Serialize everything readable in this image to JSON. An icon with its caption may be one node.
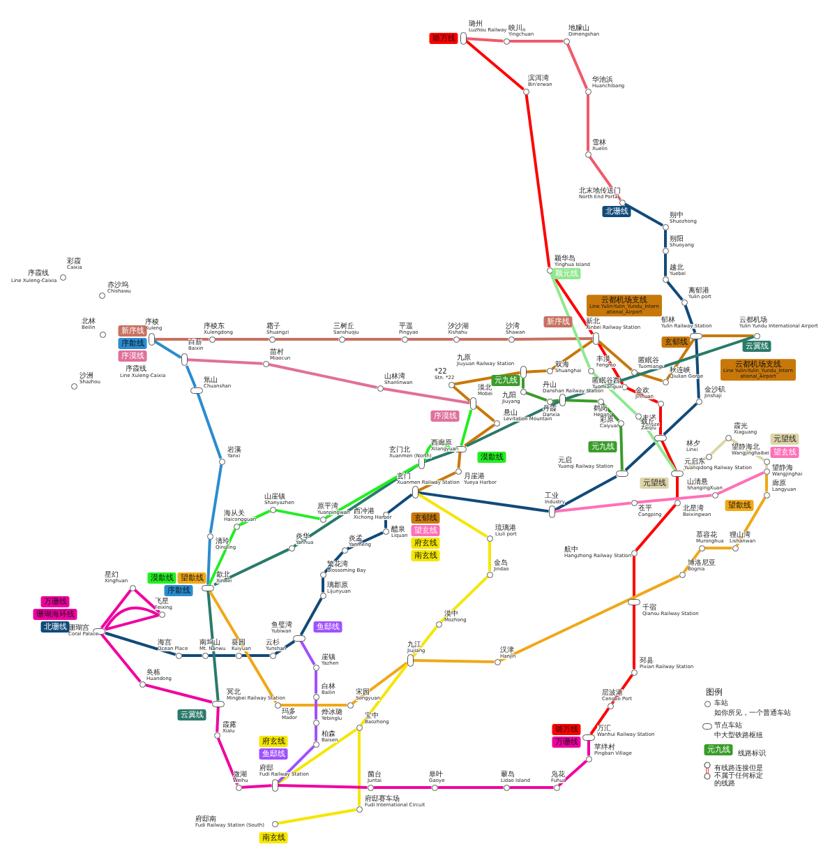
{
  "diagram": {
    "nodes": [
      {
        "text": [],
        "shape": "pill",
        "beside": [
          "璐州",
          "Luzhou Railway Station"
        ]
      },
      {
        "text": [],
        "shape": "circle",
        "beside": [
          "映川",
          "Yingchuan"
        ]
      },
      {
        "text": [],
        "shape": "circle",
        "beside": [
          "地朦山",
          "Dimengshan"
        ]
      },
      {
        "text": [],
        "shape": "circle",
        "beside": [
          "滨洱湾",
          "Bin'erwan"
        ]
      },
      {
        "text": [],
        "shape": "circle",
        "beside": [
          "华池浜",
          "Huanchibang"
        ]
      },
      {
        "text": [],
        "shape": "circle",
        "beside": [
          "雪林",
          "Xuelin"
        ]
      },
      {
        "text": [],
        "shape": "circle",
        "beside": [
          "北末地传送门",
          "North End Portal"
        ]
      },
      {
        "text": [],
        "shape": "circle",
        "beside": [
          "朔中",
          "Shuozhong"
        ]
      },
      {
        "text": [],
        "shape": "circle",
        "beside": [
          "朔阳",
          "Shuoyang"
        ]
      },
      {
        "text": [],
        "shape": "circle",
        "beside": [
          "越北",
          "Yuebei"
        ]
      },
      {
        "text": [],
        "shape": "circle",
        "beside": [
          "彩霞",
          "Caixia"
        ]
      },
      {
        "text": [],
        "shape": "circle",
        "beside": [
          "颖华岛",
          "Yinghua Island"
        ]
      },
      {
        "text": [],
        "shape": "circle",
        "beside": [
          "赤沙坞",
          "Chishawu"
        ]
      },
      {
        "text": [],
        "shape": "circle",
        "beside": [
          "离郁港",
          "Yulin port"
        ]
      },
      {
        "text": [],
        "shape": "circle",
        "beside": [
          "北林",
          "Beilin"
        ]
      },
      {
        "text": [],
        "shape": "pill",
        "beside": [
          "序棱",
          "Xuleng"
        ]
      },
      {
        "text": [],
        "shape": "circle",
        "beside": [
          "序棱东",
          "Xulengdong"
        ]
      },
      {
        "text": [],
        "shape": "circle",
        "beside": [
          "霜子",
          "Shuangzi"
        ]
      },
      {
        "text": [],
        "shape": "circle",
        "beside": [
          "三树丘",
          "Sanshuqiu"
        ]
      },
      {
        "text": [],
        "shape": "circle",
        "beside": [
          "平遥",
          "Pingyao"
        ]
      },
      {
        "text": [],
        "shape": "circle",
        "beside": [
          "汐沙湖",
          "Xishahu"
        ]
      },
      {
        "text": [],
        "shape": "circle",
        "beside": [
          "沙湾",
          "Shawan"
        ]
      },
      {
        "text": [],
        "shape": "pill",
        "beside": [
          "新北",
          "Xinbei Railway Station"
        ]
      },
      {
        "text": [],
        "shape": "pill",
        "beside": [
          "郁林",
          "Yulin Railway Station"
        ]
      },
      {
        "text": [],
        "shape": "circle",
        "beside": [
          "云都机场",
          "Yulin Yundu International Airport"
        ]
      },
      {
        "text": [],
        "shape": "pill",
        "beside": [
          "白薪",
          "Baixin"
        ]
      },
      {
        "text": [],
        "shape": "circle",
        "beside": [
          "苗村",
          "Miaocun"
        ]
      },
      {
        "text": [],
        "shape": "pill",
        "beside": [
          "九原",
          "Jiuyuan Railway Station"
        ]
      },
      {
        "text": [],
        "shape": "circle",
        "beside": [
          "双海",
          "Shuanghai"
        ]
      },
      {
        "text": [],
        "shape": "circle",
        "beside": [
          "丰漠",
          "Fengmo"
        ]
      },
      {
        "text": [],
        "shape": "circle",
        "beside": [
          "匿眠谷",
          "Tuomiangu"
        ]
      },
      {
        "text": [],
        "shape": "circle",
        "beside": [
          "秋连峡",
          "Qiulian Gorge"
        ]
      },
      {
        "text": [],
        "shape": "circle",
        "beside": [
          "*22",
          "Stn. *22"
        ]
      },
      {
        "text": [],
        "shape": "circle",
        "beside": [
          "匿眠谷西",
          "Tuomianguxi"
        ]
      },
      {
        "text": [],
        "shape": "circle",
        "beside": [
          "山林湾",
          "Shanlinwan"
        ]
      },
      {
        "text": [],
        "shape": "pill",
        "beside": [
          "氚山",
          "Chuanshan"
        ]
      },
      {
        "text": [],
        "shape": "circle",
        "beside": [
          "沙洲",
          "Shazhou"
        ]
      },
      {
        "text": [],
        "shape": "circle",
        "beside": [
          "九阳",
          "Jiuyang"
        ]
      },
      {
        "text": [],
        "shape": "pill",
        "beside": [
          "漠北",
          "Mobei"
        ]
      },
      {
        "text": [],
        "shape": "pill",
        "beside": [
          "丹山",
          "Danshan Railway Station"
        ]
      },
      {
        "text": [],
        "shape": "circle",
        "beside": [
          "丹霞",
          "Danxia"
        ]
      },
      {
        "text": [],
        "shape": "circle",
        "beside": [
          "鹤岗",
          "Hegang"
        ]
      },
      {
        "text": [],
        "shape": "circle",
        "beside": [
          "金沙矶",
          "Jinshaji"
        ]
      },
      {
        "text": [],
        "shape": "circle",
        "beside": [
          "金欢",
          "Jinhuan"
        ]
      },
      {
        "text": [],
        "shape": "circle",
        "beside": [
          "丰泽",
          "Fengze"
        ]
      },
      {
        "text": [],
        "shape": "circle",
        "beside": [
          "悬山",
          "Levitation Mountain"
        ]
      },
      {
        "text": [],
        "shape": "circle",
        "beside": [
          "彩原",
          "Caiyuan"
        ]
      },
      {
        "text": [],
        "shape": "pill",
        "beside": [
          "载丘",
          "Zaiqiu"
        ]
      },
      {
        "text": [],
        "shape": "circle",
        "beside": [
          "霞光",
          "Xiaguang"
        ]
      },
      {
        "text": [],
        "shape": "pill",
        "beside": [
          "西廊原",
          "Xilangyuan"
        ]
      },
      {
        "text": [],
        "shape": "circle",
        "beside": [
          "林夕",
          "Linxi"
        ]
      },
      {
        "text": [],
        "shape": "circle",
        "beside": [
          "岩溪",
          "Yanxi"
        ]
      },
      {
        "text": [],
        "shape": "circle",
        "beside": [
          "望静海北",
          "Wangjinghaibei"
        ]
      },
      {
        "text": [],
        "shape": "pill",
        "beside": [
          "玄门北",
          "Xuanmen (North)"
        ]
      },
      {
        "text": [],
        "shape": "circle",
        "beside": [
          "月崖港",
          "Yueya Harbor"
        ]
      },
      {
        "text": [],
        "shape": "circle",
        "beside": [
          "望静海",
          "Wangjinghai"
        ]
      },
      {
        "text": [],
        "shape": "pill",
        "beside": [
          "元启",
          "Yuanqi Railway Station"
        ]
      },
      {
        "text": [],
        "shape": "pill",
        "beside": [
          "元启东",
          "Yuanqidong Railway Station"
        ]
      },
      {
        "text": [],
        "shape": "pill",
        "beside": [
          "玄门",
          "Xuanmen Railway Station"
        ]
      },
      {
        "text": [],
        "shape": "circle",
        "beside": [
          "廊原",
          "Langyuan"
        ]
      },
      {
        "text": [],
        "shape": "circle",
        "beside": [
          "山清悬",
          "ShangingXuan"
        ]
      },
      {
        "text": [],
        "shape": "circle",
        "beside": [
          "苍平",
          "Cangping"
        ]
      },
      {
        "text": [],
        "shape": "circle",
        "beside": [
          "北星湾",
          "Beixingwan"
        ]
      },
      {
        "text": [],
        "shape": "circle",
        "beside": [
          "山崖镇",
          "Shanyazhen"
        ]
      },
      {
        "text": [],
        "shape": "pill",
        "beside": [
          "工业",
          "Industry"
        ]
      },
      {
        "text": [],
        "shape": "circle",
        "beside": [
          "西冲港",
          "Xichong Harbor"
        ]
      },
      {
        "text": [],
        "shape": "circle",
        "beside": [
          "原平湾",
          "Yuanpingwan"
        ]
      },
      {
        "text": [],
        "shape": "circle",
        "beside": [
          "海从关",
          "Haicongguan"
        ]
      },
      {
        "text": [],
        "shape": "circle",
        "beside": [
          "醴泉",
          "Liquan"
        ]
      },
      {
        "text": [],
        "shape": "circle",
        "beside": [
          "清玲",
          "Qingling"
        ]
      },
      {
        "text": [],
        "shape": "circle",
        "beside": [
          "琉璃港",
          "Liuli port"
        ]
      },
      {
        "text": [],
        "shape": "circle",
        "beside": [
          "炎华",
          "Yanhua"
        ]
      },
      {
        "text": [],
        "shape": "circle",
        "beside": [
          "炎孟",
          "Yanmeng"
        ]
      },
      {
        "text": [],
        "shape": "circle",
        "beside": [
          "航中",
          "Hangzhong Railway Station"
        ]
      },
      {
        "text": [],
        "shape": "circle",
        "beside": [
          "慕容花",
          "Muronghua"
        ]
      },
      {
        "text": [],
        "shape": "circle",
        "beside": [
          "狸山湾",
          "Lishanwan"
        ]
      },
      {
        "text": [],
        "shape": "circle",
        "beside": [
          "繁花湾",
          "Blossoming Bay"
        ]
      },
      {
        "text": [],
        "shape": "circle",
        "beside": [
          "金岛",
          "Jindao"
        ]
      },
      {
        "text": [],
        "shape": "circle",
        "beside": [
          "博洛尼亚",
          "Bognia"
        ]
      },
      {
        "text": [],
        "shape": "circle",
        "beside": [
          "星幻",
          "Xinghuan"
        ]
      },
      {
        "text": [],
        "shape": "pill",
        "beside": [
          "歙北",
          "XinBei"
        ]
      },
      {
        "text": [],
        "shape": "circle",
        "beside": [
          "璃郡原",
          "Lijunyuan"
        ]
      },
      {
        "text": [],
        "shape": "pill",
        "beside": [
          "千宿",
          "Qiansu Railway Station"
        ]
      },
      {
        "text": [],
        "shape": "circle",
        "beside": [
          "飞星",
          "Feixing"
        ]
      },
      {
        "text": [],
        "shape": "circle",
        "beside": [
          "漠中",
          "Mozhong"
        ]
      },
      {
        "text": [],
        "shape": "pill",
        "beside": [
          "珊瑚宫",
          "Coral Palace"
        ]
      },
      {
        "text": [],
        "shape": "pill",
        "beside": [
          "鱼璧湾",
          "Yubiwan"
        ]
      },
      {
        "text": [],
        "shape": "circle",
        "beside": [
          "海宫",
          "Ocean Place"
        ]
      },
      {
        "text": [],
        "shape": "circle",
        "beside": [
          "南坞山",
          "Mt. Nanwu"
        ]
      },
      {
        "text": [],
        "shape": "circle",
        "beside": [
          "葵园",
          "Kuiyuan"
        ]
      },
      {
        "text": [],
        "shape": "circle",
        "beside": [
          "云杉",
          "Yunshan"
        ]
      },
      {
        "text": [],
        "shape": "pill",
        "beside": [
          "九江",
          "Jiujiang"
        ]
      },
      {
        "text": [],
        "shape": "circle",
        "beside": [
          "汉津",
          "Hanjin"
        ]
      },
      {
        "text": [],
        "shape": "circle",
        "beside": [
          "崖镇",
          "Yazhen"
        ]
      },
      {
        "text": [],
        "shape": "circle",
        "beside": [
          "邳县",
          "Pixian Railway Station"
        ]
      },
      {
        "text": [],
        "shape": "circle",
        "beside": [
          "奂栋",
          "Huandong"
        ]
      },
      {
        "text": [],
        "shape": "circle",
        "beside": [
          "白林",
          "Bailin"
        ]
      },
      {
        "text": [],
        "shape": "pill",
        "beside": [
          "冥北",
          "Mingbei Railway Station"
        ]
      },
      {
        "text": [],
        "shape": "circle",
        "beside": [
          "玛多",
          "Mador"
        ]
      },
      {
        "text": [],
        "shape": "circle",
        "beside": [
          "宋园",
          "Songyuan"
        ]
      },
      {
        "text": [],
        "shape": "circle",
        "beside": [
          "层波港",
          "Cengbo Port"
        ]
      },
      {
        "text": [],
        "shape": "circle",
        "beside": [
          "烨冰璐",
          "Yebinglu"
        ]
      },
      {
        "text": [],
        "shape": "circle",
        "beside": [
          "宝中",
          "Baozhong"
        ]
      },
      {
        "text": [],
        "shape": "circle",
        "beside": [
          "霞露",
          "Xialu"
        ]
      },
      {
        "text": [],
        "shape": "pill",
        "beside": [
          "万汇",
          "Wanhui Railway Station"
        ]
      },
      {
        "text": [],
        "shape": "circle",
        "beside": [
          "柏森",
          "Baisen"
        ]
      },
      {
        "text": [],
        "shape": "circle",
        "beside": [
          "苹绊村",
          "Pingban Village"
        ]
      },
      {
        "text": [],
        "shape": "pill",
        "beside": [
          "府邸",
          "Fudi Railway Station"
        ]
      },
      {
        "text": [],
        "shape": "circle",
        "beside": [
          "微湖",
          "Weihu"
        ]
      },
      {
        "text": [],
        "shape": "circle",
        "beside": [
          "菌台",
          "Juntai"
        ]
      },
      {
        "text": [],
        "shape": "circle",
        "beside": [
          "皋叶",
          "Gaoye"
        ]
      },
      {
        "text": [],
        "shape": "circle",
        "beside": [
          "藜岛",
          "Lidao Island"
        ]
      },
      {
        "text": [],
        "shape": "circle",
        "beside": [
          "凫花",
          "Fuhua"
        ]
      },
      {
        "text": [],
        "shape": "circle",
        "beside": [
          "府邸赛车场",
          "Fudi International Circuit"
        ]
      },
      {
        "text": [],
        "shape": "circle",
        "beside": [
          "府邸南",
          "Fudi Railway Station (South)"
        ]
      },
      {
        "text": [
          "璐万线"
        ]
      },
      {
        "text": [
          "北珊线"
        ]
      },
      {
        "text": [
          "颖元线"
        ]
      },
      {
        "text": [
          "新序线"
        ]
      },
      {
        "text": [
          "云都机场支线",
          "Line Yulin-Yulin_Yundu_International_Airport"
        ]
      },
      {
        "text": [
          "玄郁线"
        ]
      },
      {
        "text": [
          "云冀线"
        ]
      },
      {
        "text": [
          "云都机场支线",
          "Line Yulin-Yulin_Yundu_International_Airport"
        ]
      },
      {
        "text": [
          "新序线"
        ]
      },
      {
        "text": [
          "序歙线"
        ]
      },
      {
        "text": [
          "序漠线"
        ]
      },
      {
        "text": [
          "元九线"
        ]
      },
      {
        "text": [
          "序漠线"
        ]
      },
      {
        "text": [
          "漠歙线"
        ]
      },
      {
        "text": [
          "元望线"
        ]
      },
      {
        "text": [
          "望玄线"
        ]
      },
      {
        "text": [
          "元望线"
        ]
      },
      {
        "text": [
          "元九线"
        ]
      },
      {
        "text": [
          "望歙线"
        ]
      },
      {
        "text": [
          "玄郁线"
        ]
      },
      {
        "text": [
          "望玄线"
        ]
      },
      {
        "text": [
          "府玄线"
        ]
      },
      {
        "text": [
          "南玄线"
        ]
      },
      {
        "text": [
          "漠歙线"
        ]
      },
      {
        "text": [
          "望歙线"
        ]
      },
      {
        "text": [
          "序歙线"
        ]
      },
      {
        "text": [
          "万珊线"
        ]
      },
      {
        "text": [
          "珊瑚海环线"
        ]
      },
      {
        "text": [
          "北珊线"
        ]
      },
      {
        "text": [
          "鱼邸线"
        ]
      },
      {
        "text": [
          "云冀线"
        ]
      },
      {
        "text": [
          "府玄线"
        ]
      },
      {
        "text": [
          "鱼邸线"
        ]
      },
      {
        "text": [
          "南玄线"
        ]
      },
      {
        "text": [
          "璐万线"
        ]
      },
      {
        "text": [
          "万珊线"
        ]
      },
      {
        "text": [
          "元九线"
        ]
      }
    ],
    "edges": [
      {
        "from": 0,
        "to": 1,
        "arrow": "none",
        "color": "#f05a6a"
      },
      {
        "from": 1,
        "to": 2,
        "arrow": "none",
        "color": "#f05a6a"
      },
      {
        "from": 2,
        "to": 4,
        "arrow": "none",
        "color": "#f05a6a"
      },
      {
        "from": 4,
        "to": 5,
        "arrow": "none",
        "color": "#f05a6a"
      },
      {
        "from": 5,
        "to": 6,
        "arrow": "none",
        "color": "#f05a6a"
      },
      {
        "from": 0,
        "to": 3,
        "arrow": "none",
        "color": "#ff0000"
      },
      {
        "from": 3,
        "to": 11,
        "arrow": "none",
        "color": "#ff0000"
      },
      {
        "from": 11,
        "to": 22,
        "arrow": "none",
        "color": "#ff0000"
      },
      {
        "from": 22,
        "to": 33,
        "arrow": "none",
        "color": "#ff0000"
      },
      {
        "from": 33,
        "to": 43,
        "arrow": "none",
        "color": "#ff0000"
      },
      {
        "from": 43,
        "to": 47,
        "arrow": "none",
        "color": "#ff0000"
      },
      {
        "from": 47,
        "to": 57,
        "arrow": "none",
        "color": "#ff0000"
      },
      {
        "from": 57,
        "to": 62,
        "arrow": "none",
        "color": "#ff0000"
      },
      {
        "from": 62,
        "to": 73,
        "arrow": "none",
        "color": "#ff0000"
      },
      {
        "from": 73,
        "to": 82,
        "arrow": "none",
        "color": "#ff0000"
      },
      {
        "from": 82,
        "to": 94,
        "arrow": "none",
        "color": "#ff0000"
      },
      {
        "from": 94,
        "to": 100,
        "arrow": "none",
        "color": "#ff0000"
      },
      {
        "from": 100,
        "to": 104,
        "arrow": "none",
        "color": "#ff0000"
      },
      {
        "from": 6,
        "to": 7,
        "arrow": "none",
        "color": "#104a7a"
      },
      {
        "from": 7,
        "to": 8,
        "arrow": "none",
        "color": "#104a7a"
      },
      {
        "from": 8,
        "to": 9,
        "arrow": "none",
        "color": "#104a7a"
      },
      {
        "from": 9,
        "to": 13,
        "arrow": "none",
        "color": "#104a7a"
      },
      {
        "from": 13,
        "to": 23,
        "arrow": "none",
        "color": "#104a7a"
      },
      {
        "from": 23,
        "to": 42,
        "arrow": "none",
        "color": "#104a7a"
      },
      {
        "from": 42,
        "to": 47,
        "arrow": "none",
        "color": "#104a7a"
      },
      {
        "from": 47,
        "to": 56,
        "arrow": "none",
        "color": "#104a7a"
      },
      {
        "from": 56,
        "to": 64,
        "arrow": "none",
        "color": "#104a7a"
      },
      {
        "from": 64,
        "to": 58,
        "arrow": "none",
        "color": "#104a7a"
      },
      {
        "from": 58,
        "to": 65,
        "arrow": "none",
        "color": "#104a7a"
      },
      {
        "from": 65,
        "to": 68,
        "arrow": "none",
        "color": "#104a7a"
      },
      {
        "from": 68,
        "to": 72,
        "arrow": "none",
        "color": "#104a7a"
      },
      {
        "from": 72,
        "to": 76,
        "arrow": "none",
        "color": "#104a7a"
      },
      {
        "from": 76,
        "to": 81,
        "arrow": "none",
        "color": "#104a7a"
      },
      {
        "from": 81,
        "to": 86,
        "arrow": "none",
        "color": "#104a7a"
      },
      {
        "from": 86,
        "to": 90,
        "arrow": "none",
        "color": "#104a7a"
      },
      {
        "from": 90,
        "to": 89,
        "arrow": "none",
        "color": "#104a7a"
      },
      {
        "from": 89,
        "to": 88,
        "arrow": "none",
        "color": "#104a7a"
      },
      {
        "from": 88,
        "to": 87,
        "arrow": "none",
        "color": "#104a7a"
      },
      {
        "from": 87,
        "to": 85,
        "arrow": "none",
        "color": "#104a7a"
      },
      {
        "from": 15,
        "to": 16,
        "arrow": "none",
        "color": "#c87060"
      },
      {
        "from": 16,
        "to": 17,
        "arrow": "none",
        "color": "#c87060"
      },
      {
        "from": 17,
        "to": 18,
        "arrow": "none",
        "color": "#c87060"
      },
      {
        "from": 18,
        "to": 19,
        "arrow": "none",
        "color": "#c87060"
      },
      {
        "from": 19,
        "to": 20,
        "arrow": "none",
        "color": "#c87060"
      },
      {
        "from": 20,
        "to": 21,
        "arrow": "none",
        "color": "#c87060"
      },
      {
        "from": 21,
        "to": 22,
        "arrow": "none",
        "color": "#c87060"
      },
      {
        "from": 15,
        "to": 25,
        "arrow": "none",
        "color": "#2a8cd0"
      },
      {
        "from": 25,
        "to": 35,
        "arrow": "none",
        "color": "#2a8cd0"
      },
      {
        "from": 35,
        "to": 51,
        "arrow": "none",
        "color": "#2a8cd0"
      },
      {
        "from": 51,
        "to": 69,
        "arrow": "none",
        "color": "#2a8cd0"
      },
      {
        "from": 69,
        "to": 80,
        "arrow": "none",
        "color": "#2a8cd0"
      },
      {
        "from": 25,
        "to": 26,
        "arrow": "none",
        "color": "#e0709a"
      },
      {
        "from": 26,
        "to": 34,
        "arrow": "none",
        "color": "#e0709a"
      },
      {
        "from": 34,
        "to": 38,
        "arrow": "none",
        "color": "#e0709a"
      },
      {
        "from": 58,
        "to": 54,
        "arrow": "none",
        "color": "#c8780a"
      },
      {
        "from": 54,
        "to": 49,
        "arrow": "none",
        "color": "#c8780a"
      },
      {
        "from": 49,
        "to": 45,
        "arrow": "none",
        "color": "#c8780a"
      },
      {
        "from": 45,
        "to": 38,
        "arrow": "none",
        "color": "#c8780a"
      },
      {
        "from": 38,
        "to": 32,
        "arrow": "none",
        "color": "#c8780a"
      },
      {
        "from": 32,
        "to": 27,
        "arrow": "none",
        "color": "#c8780a"
      },
      {
        "from": 27,
        "to": 28,
        "arrow": "none",
        "color": "#c8780a"
      },
      {
        "from": 28,
        "to": 22,
        "arrow": "none",
        "color": "#c8780a"
      },
      {
        "from": 22,
        "to": 30,
        "arrow": "none",
        "color": "#c8780a"
      },
      {
        "from": 30,
        "to": 31,
        "arrow": "none",
        "color": "#c8780a"
      },
      {
        "from": 31,
        "to": 23,
        "arrow": "none",
        "color": "#c8780a"
      },
      {
        "from": 23,
        "to": 24,
        "arrow": "none",
        "color": "#c8780a"
      },
      {
        "from": 27,
        "to": 37,
        "arrow": "none",
        "color": "#3a9c2a"
      },
      {
        "from": 37,
        "to": 40,
        "arrow": "none",
        "color": "#3a9c2a"
      },
      {
        "from": 40,
        "to": 39,
        "arrow": "none",
        "color": "#3a9c2a"
      },
      {
        "from": 39,
        "to": 41,
        "arrow": "none",
        "color": "#3a9c2a"
      },
      {
        "from": 41,
        "to": 46,
        "arrow": "none",
        "color": "#3a9c2a"
      },
      {
        "from": 46,
        "to": 56,
        "arrow": "none",
        "color": "#3a9c2a"
      },
      {
        "from": 24,
        "to": 39,
        "arrow": "none",
        "color": "#2a7a6a"
      },
      {
        "from": 39,
        "to": 49,
        "arrow": "none",
        "color": "#2a7a6a"
      },
      {
        "from": 49,
        "to": 53,
        "arrow": "none",
        "color": "#2a7a6a"
      },
      {
        "from": 53,
        "to": 71,
        "arrow": "none",
        "color": "#2a7a6a"
      },
      {
        "from": 71,
        "to": 80,
        "arrow": "none",
        "color": "#2a7a6a"
      },
      {
        "from": 80,
        "to": 97,
        "arrow": "none",
        "color": "#2a7a6a"
      },
      {
        "from": 38,
        "to": 49,
        "arrow": "none",
        "color": "#22ee22"
      },
      {
        "from": 49,
        "to": 53,
        "arrow": "none",
        "color": "#22ee22"
      },
      {
        "from": 53,
        "to": 66,
        "arrow": "none",
        "color": "#22ee22"
      },
      {
        "from": 66,
        "to": 63,
        "arrow": "none",
        "color": "#22ee22"
      },
      {
        "from": 63,
        "to": 67,
        "arrow": "none",
        "color": "#22ee22"
      },
      {
        "from": 67,
        "to": 80,
        "arrow": "none",
        "color": "#22ee22"
      },
      {
        "from": 11,
        "to": 29,
        "arrow": "none",
        "color": "#90e890"
      },
      {
        "from": 29,
        "to": 44,
        "arrow": "none",
        "color": "#90e890"
      },
      {
        "from": 44,
        "to": 57,
        "arrow": "none",
        "color": "#90e890"
      },
      {
        "from": 57,
        "to": 50,
        "arrow": "none",
        "color": "#ddd5a8"
      },
      {
        "from": 50,
        "to": 48,
        "arrow": "none",
        "color": "#ddd5a8"
      },
      {
        "from": 48,
        "to": 52,
        "arrow": "none",
        "color": "#ddd5a8"
      },
      {
        "from": 52,
        "to": 55,
        "arrow": "none",
        "color": "#ddd5a8"
      },
      {
        "from": 55,
        "to": 60,
        "arrow": "none",
        "color": "#ff70b8"
      },
      {
        "from": 60,
        "to": 61,
        "arrow": "none",
        "color": "#ff70b8"
      },
      {
        "from": 61,
        "to": 64,
        "arrow": "none",
        "color": "#ff70b8"
      },
      {
        "from": 55,
        "to": 59,
        "arrow": "none",
        "color": "#f0a818"
      },
      {
        "from": 59,
        "to": 75,
        "arrow": "none",
        "color": "#f0a818"
      },
      {
        "from": 75,
        "to": 74,
        "arrow": "none",
        "color": "#f0a818"
      },
      {
        "from": 74,
        "to": 78,
        "arrow": "none",
        "color": "#f0a818"
      },
      {
        "from": 78,
        "to": 92,
        "arrow": "none",
        "color": "#f0a818"
      },
      {
        "from": 92,
        "to": 91,
        "arrow": "none",
        "color": "#f0a818"
      },
      {
        "from": 91,
        "to": 99,
        "arrow": "none",
        "color": "#f0a818"
      },
      {
        "from": 99,
        "to": 98,
        "arrow": "none",
        "color": "#f0a818"
      },
      {
        "from": 98,
        "to": 80,
        "arrow": "none",
        "color": "#f0a818"
      },
      {
        "from": 58,
        "to": 70,
        "arrow": "none",
        "color": "#f5e600"
      },
      {
        "from": 70,
        "to": 77,
        "arrow": "none",
        "color": "#f5e600"
      },
      {
        "from": 77,
        "to": 84,
        "arrow": "none",
        "color": "#f5e600"
      },
      {
        "from": 84,
        "to": 91,
        "arrow": "none",
        "color": "#f5e600"
      },
      {
        "from": 91,
        "to": 102,
        "arrow": "none",
        "color": "#f5e600"
      },
      {
        "from": 102,
        "to": 107,
        "arrow": "none",
        "color": "#f5e600"
      },
      {
        "from": 102,
        "to": 113,
        "arrow": "none",
        "color": "#f5e600"
      },
      {
        "from": 113,
        "to": 114,
        "arrow": "none",
        "color": "#f5e600"
      },
      {
        "from": 86,
        "to": 93,
        "arrow": "none",
        "color": "#a050ff"
      },
      {
        "from": 93,
        "to": 96,
        "arrow": "none",
        "color": "#a050ff"
      },
      {
        "from": 96,
        "to": 101,
        "arrow": "none",
        "color": "#a050ff"
      },
      {
        "from": 101,
        "to": 105,
        "arrow": "none",
        "color": "#a050ff"
      },
      {
        "from": 105,
        "to": 107,
        "arrow": "none",
        "color": "#a050ff"
      },
      {
        "from": 104,
        "to": 106,
        "arrow": "none",
        "color": "#f000a0"
      },
      {
        "from": 106,
        "to": 112,
        "arrow": "none",
        "color": "#f000a0"
      },
      {
        "from": 112,
        "to": 111,
        "arrow": "none",
        "color": "#f000a0"
      },
      {
        "from": 111,
        "to": 110,
        "arrow": "none",
        "color": "#f000a0"
      },
      {
        "from": 110,
        "to": 109,
        "arrow": "none",
        "color": "#f000a0"
      },
      {
        "from": 109,
        "to": 107,
        "arrow": "none",
        "color": "#f000a0"
      },
      {
        "from": 107,
        "to": 108,
        "arrow": "none",
        "color": "#f000a0"
      },
      {
        "from": 108,
        "to": 103,
        "arrow": "none",
        "color": "#f000a0"
      },
      {
        "from": 103,
        "to": 97,
        "arrow": "none",
        "color": "#f000a0"
      },
      {
        "from": 97,
        "to": 95,
        "arrow": "none",
        "color": "#f000a0"
      },
      {
        "from": 95,
        "to": 85,
        "arrow": "none",
        "color": "#f000a0"
      },
      {
        "from": 85,
        "to": 79,
        "arrow": "none",
        "color": "#f000a0"
      },
      {
        "from": 79,
        "to": 83,
        "arrow": "none",
        "color": "#f000a0"
      },
      {
        "from": 83,
        "to": 85,
        "arrow": "none",
        "color": "#f000a0"
      },
      {
        "from": 83,
        "to": 85,
        "arrow": "none",
        "color": "#f000a0"
      }
    ],
    "labels": [
      "序霞线",
      "Line Xuleng-Caixia",
      "序霞线",
      "Line Xuleng-Caixia",
      "图例",
      "如你所见，一个普通车站",
      "中大型铁路枢纽"
    ],
    "legend": [
      {
        "text": "车站"
      },
      {
        "text": "节点车站"
      },
      {
        "text": "线路标识"
      },
      {
        "text": "有线路连接但是不属于任何标定的线路"
      }
    ]
  }
}
